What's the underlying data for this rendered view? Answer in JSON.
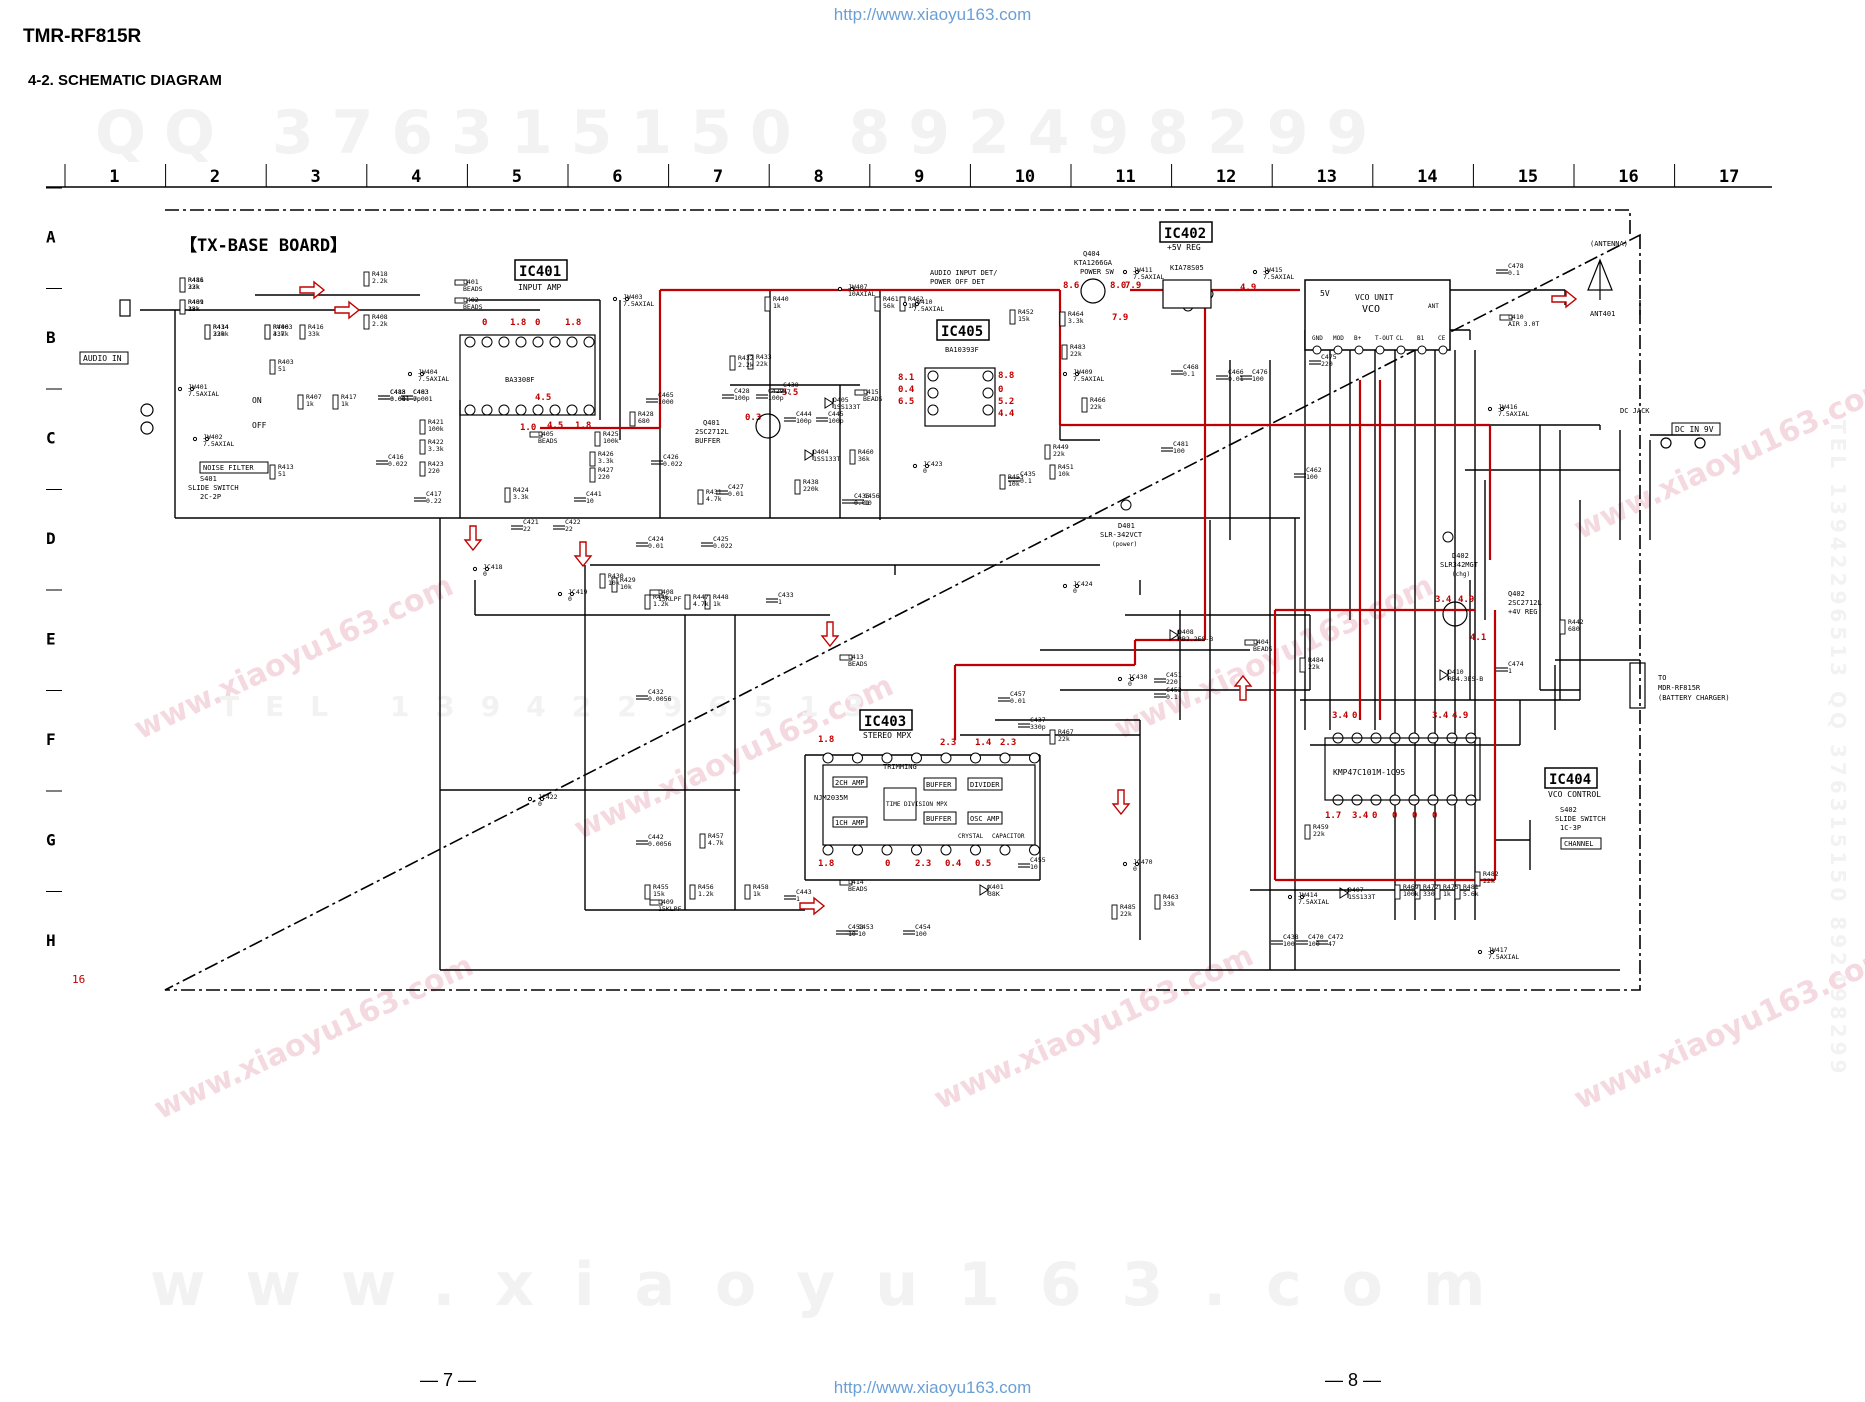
{
  "header": {
    "model": "TMR-RF815R",
    "section": "4-2. SCHEMATIC DIAGRAM",
    "url_top": "http://www.xiaoyu163.com",
    "url_bottom": "http://www.xiaoyu163.com"
  },
  "watermarks": {
    "qq_line": "QQ 376315150  892498299",
    "web_line": "www.xiaoyu163.com",
    "side_line": "TEL 13942296513 QQ 376315150 892498299",
    "small_line": "TEL 13942296513"
  },
  "grid": {
    "columns": [
      "1",
      "2",
      "3",
      "4",
      "5",
      "6",
      "7",
      "8",
      "9",
      "10",
      "11",
      "12",
      "13",
      "14",
      "15",
      "16",
      "17"
    ],
    "rows": [
      "A",
      "B",
      "C",
      "D",
      "E",
      "F",
      "G",
      "H"
    ]
  },
  "board": {
    "title": "【TX-BASE BOARD】",
    "corner_mark": "16"
  },
  "ics": [
    {
      "id": "IC401",
      "desc": "INPUT AMP",
      "part": "BA3308F"
    },
    {
      "id": "IC402",
      "desc": "+5V REG",
      "part": "KIA78S05"
    },
    {
      "id": "IC403",
      "desc": "STEREO MPX",
      "part": "NJM2035M"
    },
    {
      "id": "IC404",
      "desc": "VCO CONTROL",
      "part": "KMP47C101M-1C95"
    },
    {
      "id": "IC405",
      "desc": "",
      "part": "BA10393F"
    }
  ],
  "ic403_blocks": [
    "2CH AMP",
    "1CH AMP",
    "TRIMMING",
    "TIME DIVISION MPX",
    "BUFFER",
    "BUFFER",
    "DIVIDER",
    "OSC AMP",
    "CRYSTAL",
    "CAPACITOR"
  ],
  "vco_unit": {
    "title": "VCO UNIT",
    "sub": "VCO",
    "pins": [
      "GND",
      "MOD",
      "B+",
      "T-OUT",
      "CL",
      "B1",
      "CE"
    ],
    "pin5v": "5V",
    "ant": "ANT"
  },
  "connectors": {
    "audio_in": "AUDIO IN",
    "noise_filter": "NOISE FILTER",
    "dc_in": "DC IN 9V",
    "dc_jack": "DC JACK",
    "antenna": "(ANTENNA)",
    "ant401": "ANT401",
    "to_charger_1": "TO",
    "to_charger_2": "MDR-RF815R",
    "to_charger_3": "(BATTERY CHARGER)",
    "channel": "CHANNEL",
    "audio_detect_1": "AUDIO INPUT DET/",
    "audio_detect_2": "POWER OFF DET",
    "switch_on": "ON",
    "switch_off": "OFF"
  },
  "transistors": [
    {
      "id": "Q401",
      "part": "2SC2712L",
      "desc": "BUFFER"
    },
    {
      "id": "Q402",
      "part": "2SC2712L",
      "desc": "+4V REG"
    },
    {
      "id": "Q404",
      "part": "KTA1266GA",
      "desc": "POWER SW"
    }
  ],
  "leds": [
    {
      "id": "D401",
      "part": "SLR-342VCT",
      "desc": "(power)"
    },
    {
      "id": "D402",
      "part": "SLR342MGT",
      "desc": "(chg)"
    }
  ],
  "switches": [
    {
      "id": "S401",
      "desc": "SLIDE SWITCH",
      "part": "2C-2P"
    },
    {
      "id": "S402",
      "desc": "SLIDE SWITCH",
      "part": "1C-3P"
    }
  ],
  "resistors": [
    {
      "ref": "R411",
      "val": "33k"
    },
    {
      "ref": "R401",
      "val": "33k"
    },
    {
      "ref": "R414",
      "val": "33k"
    },
    {
      "ref": "R406",
      "val": "33k"
    },
    {
      "ref": "R416",
      "val": "33k"
    },
    {
      "ref": "R403",
      "val": "51"
    },
    {
      "ref": "R407",
      "val": "1k"
    },
    {
      "ref": "R417",
      "val": "1k"
    },
    {
      "ref": "R413",
      "val": "51"
    },
    {
      "ref": "R418",
      "val": "2.2k"
    },
    {
      "ref": "R408",
      "val": "2.2k"
    },
    {
      "ref": "R421",
      "val": "100k"
    },
    {
      "ref": "R422",
      "val": "3.3k"
    },
    {
      "ref": "R423",
      "val": "220"
    },
    {
      "ref": "R424",
      "val": "3.3k"
    },
    {
      "ref": "R425",
      "val": "100k"
    },
    {
      "ref": "R426",
      "val": "3.3k"
    },
    {
      "ref": "R427",
      "val": "220"
    },
    {
      "ref": "R428",
      "val": "680"
    },
    {
      "ref": "R429",
      "val": "10k"
    },
    {
      "ref": "R430",
      "val": "10k"
    },
    {
      "ref": "R431",
      "val": "4.7k"
    },
    {
      "ref": "R432",
      "val": "2.2k"
    },
    {
      "ref": "R433",
      "val": "22k"
    },
    {
      "ref": "R438",
      "val": "220k"
    },
    {
      "ref": "R440",
      "val": "1k"
    },
    {
      "ref": "R442",
      "val": "680"
    },
    {
      "ref": "R446",
      "val": "1.2k"
    },
    {
      "ref": "R447",
      "val": "4.7k"
    },
    {
      "ref": "R448",
      "val": "1k"
    },
    {
      "ref": "R449",
      "val": "22k"
    },
    {
      "ref": "R451",
      "val": "10k"
    },
    {
      "ref": "R452",
      "val": "15k"
    },
    {
      "ref": "R453",
      "val": "10k"
    },
    {
      "ref": "R455",
      "val": "15k"
    },
    {
      "ref": "R456",
      "val": "1.2k"
    },
    {
      "ref": "R457",
      "val": "4.7k"
    },
    {
      "ref": "R458",
      "val": "1k"
    },
    {
      "ref": "R459",
      "val": "22k"
    },
    {
      "ref": "R460",
      "val": "36k"
    },
    {
      "ref": "R461",
      "val": "56k"
    },
    {
      "ref": "R462",
      "val": "1M"
    },
    {
      "ref": "R463",
      "val": "33k"
    },
    {
      "ref": "R464",
      "val": "3.3k"
    },
    {
      "ref": "R466",
      "val": "22k"
    },
    {
      "ref": "R467",
      "val": "22k"
    },
    {
      "ref": "R469",
      "val": "100k"
    },
    {
      "ref": "R472",
      "val": "330"
    },
    {
      "ref": "R475",
      "val": "1k"
    },
    {
      "ref": "R481",
      "val": "5.6k"
    },
    {
      "ref": "R482",
      "val": "22k"
    },
    {
      "ref": "R483",
      "val": "22k"
    },
    {
      "ref": "R484",
      "val": "22k"
    },
    {
      "ref": "R485",
      "val": "22k"
    },
    {
      "ref": "R486",
      "val": "22k"
    },
    {
      "ref": "R489",
      "val": "18k"
    },
    {
      "ref": "R434",
      "val": "220k"
    },
    {
      "ref": "RV403",
      "val": "4.7k"
    }
  ],
  "capacitors": [
    {
      "ref": "C403",
      "val": "0.001"
    },
    {
      "ref": "C413",
      "val": "0.001"
    },
    {
      "ref": "C416",
      "val": "0.022"
    },
    {
      "ref": "C417",
      "val": "0.22"
    },
    {
      "ref": "C421",
      "val": "22"
    },
    {
      "ref": "C422",
      "val": "22"
    },
    {
      "ref": "C424",
      "val": "0.01"
    },
    {
      "ref": "C425",
      "val": "0.022"
    },
    {
      "ref": "C426",
      "val": "0.022"
    },
    {
      "ref": "C427",
      "val": "0.01"
    },
    {
      "ref": "C428",
      "val": "100p"
    },
    {
      "ref": "C429",
      "val": "100p"
    },
    {
      "ref": "C430",
      "val": "47"
    },
    {
      "ref": "C432",
      "val": "0.0056"
    },
    {
      "ref": "C433",
      "val": "1"
    },
    {
      "ref": "C435",
      "val": "0.1"
    },
    {
      "ref": "C436",
      "val": "0.01"
    },
    {
      "ref": "C437",
      "val": "330p"
    },
    {
      "ref": "C438",
      "val": "100"
    },
    {
      "ref": "C441",
      "val": "10"
    },
    {
      "ref": "C442",
      "val": "0.0056"
    },
    {
      "ref": "C443",
      "val": "1"
    },
    {
      "ref": "C444",
      "val": "100p"
    },
    {
      "ref": "C445",
      "val": "100p"
    },
    {
      "ref": "C451",
      "val": "220"
    },
    {
      "ref": "C452",
      "val": "0.1"
    },
    {
      "ref": "C453",
      "val": "10"
    },
    {
      "ref": "C454",
      "val": "100"
    },
    {
      "ref": "C455",
      "val": "10"
    },
    {
      "ref": "C456",
      "val": "10"
    },
    {
      "ref": "C457",
      "val": "0.01"
    },
    {
      "ref": "C458",
      "val": "10"
    },
    {
      "ref": "C462",
      "val": "100"
    },
    {
      "ref": "C465",
      "val": "1000"
    },
    {
      "ref": "C466",
      "val": "0.01"
    },
    {
      "ref": "C468",
      "val": "0.1"
    },
    {
      "ref": "C470",
      "val": "100"
    },
    {
      "ref": "C472",
      "val": "47"
    },
    {
      "ref": "C474",
      "val": "1"
    },
    {
      "ref": "C475",
      "val": "220"
    },
    {
      "ref": "C476",
      "val": "100"
    },
    {
      "ref": "C478",
      "val": "0.1"
    },
    {
      "ref": "C481",
      "val": "100"
    },
    {
      "ref": "C483",
      "val": "7p"
    },
    {
      "ref": "C488",
      "val": "0.01"
    }
  ],
  "inductors": [
    {
      "ref": "L401",
      "val": "BEADS"
    },
    {
      "ref": "L402",
      "val": "BEADS"
    },
    {
      "ref": "L404",
      "val": "BEADS"
    },
    {
      "ref": "L405",
      "val": "BEADS"
    },
    {
      "ref": "L408",
      "val": "15KLPF"
    },
    {
      "ref": "L409",
      "val": "15KLPF"
    },
    {
      "ref": "L410",
      "val": "AIR 3.0T"
    },
    {
      "ref": "L413",
      "val": "BEADS"
    },
    {
      "ref": "L414",
      "val": "BEADS"
    },
    {
      "ref": "L415",
      "val": "BEADS"
    }
  ],
  "jumpers": [
    {
      "ref": "JW401",
      "val": "7.5AXIAL"
    },
    {
      "ref": "JW402",
      "val": "7.5AXIAL"
    },
    {
      "ref": "JW403",
      "val": "7.5AXIAL"
    },
    {
      "ref": "JW404",
      "val": "7.5AXIAL"
    },
    {
      "ref": "JW407",
      "val": "10AXIAL"
    },
    {
      "ref": "JW409",
      "val": "7.5AXIAL"
    },
    {
      "ref": "JW410",
      "val": "7.5AXIAL"
    },
    {
      "ref": "JW411",
      "val": "7.5AXIAL"
    },
    {
      "ref": "JW414",
      "val": "7.5AXIAL"
    },
    {
      "ref": "JW415",
      "val": "7.5AXIAL"
    },
    {
      "ref": "JW416",
      "val": "7.5AXIAL"
    },
    {
      "ref": "JW417",
      "val": "7.5AXIAL"
    },
    {
      "ref": "JC418",
      "val": "0"
    },
    {
      "ref": "JC419",
      "val": "0"
    },
    {
      "ref": "JC422",
      "val": "0"
    },
    {
      "ref": "JC423",
      "val": "0"
    },
    {
      "ref": "JC424",
      "val": "0"
    },
    {
      "ref": "JC430",
      "val": "0"
    },
    {
      "ref": "JC470",
      "val": "0"
    }
  ],
  "diodes": [
    {
      "ref": "D404",
      "val": "1SS133T"
    },
    {
      "ref": "D405",
      "val": "1SS133T"
    },
    {
      "ref": "D407",
      "val": "1SS133T"
    },
    {
      "ref": "D408",
      "val": "RB2.2ES-B"
    },
    {
      "ref": "D410",
      "val": "RB4.3ES-B"
    },
    {
      "ref": "X401",
      "val": "38K"
    }
  ],
  "voltages": [
    "0",
    "1.8",
    "0",
    "1.8",
    "4.5",
    "1.0",
    "4.5",
    "1.8",
    "0.3",
    "5.5",
    "8.6",
    "8.0",
    "7.9",
    "7.9",
    "4.9",
    "8.1",
    "0.4",
    "6.5",
    "8.8",
    "0",
    "5.2",
    "4.4",
    "1.8",
    "2.3",
    "1.4",
    "2.3",
    "1.8",
    "0",
    "2.3",
    "0.4",
    "0.5",
    "3.4",
    "4.1",
    "4.9",
    "3.4",
    "0",
    "1.7",
    "3.4",
    "0",
    "0",
    "0",
    "0",
    "3.4",
    "4.9"
  ]
}
